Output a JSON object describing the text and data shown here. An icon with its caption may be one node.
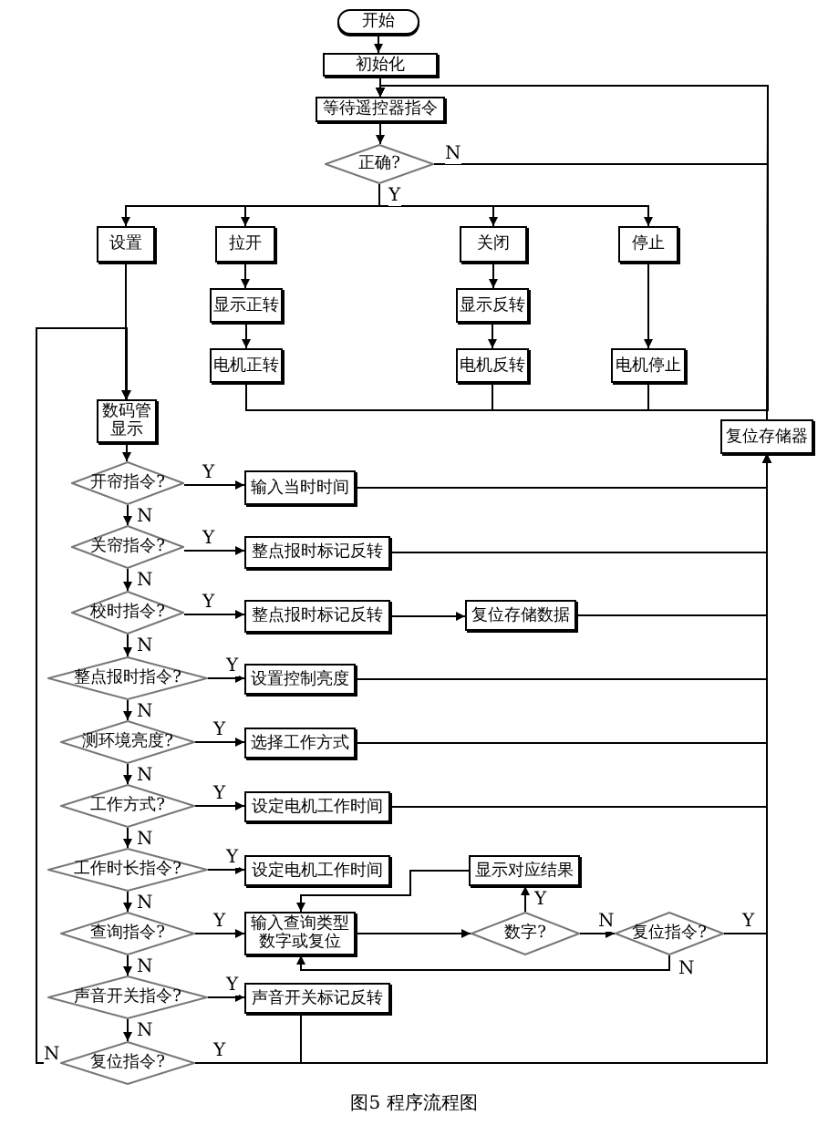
{
  "diagram": {
    "caption": "图5 程序流程图",
    "nodes": [
      {
        "text": [
          "开始"
        ]
      },
      {
        "text": [
          "初始化"
        ]
      },
      {
        "text": [
          "等待遥控器指令"
        ]
      },
      {
        "text": [
          "正确?"
        ]
      },
      {
        "text": [
          "设置"
        ]
      },
      {
        "text": [
          "拉开"
        ]
      },
      {
        "text": [
          "关闭"
        ]
      },
      {
        "text": [
          "停止"
        ]
      },
      {
        "text": [
          "显示正转"
        ]
      },
      {
        "text": [
          "显示反转"
        ]
      },
      {
        "text": [
          "电机正转"
        ]
      },
      {
        "text": [
          "电机反转"
        ]
      },
      {
        "text": [
          "电机停止"
        ]
      },
      {
        "text": [
          "复位存储器"
        ]
      },
      {
        "text": [
          "数码管显示"
        ]
      },
      {
        "text": [
          "开帘指令?"
        ]
      },
      {
        "text": [
          "输入当时时间"
        ]
      },
      {
        "text": [
          "关帘指令?"
        ]
      },
      {
        "text": [
          "整点报时标记反转"
        ]
      },
      {
        "text": [
          "校时指令?"
        ]
      },
      {
        "text": [
          "整点报时标记反转"
        ]
      },
      {
        "text": [
          "复位存储数据"
        ]
      },
      {
        "text": [
          "整点报时指令?"
        ]
      },
      {
        "text": [
          "设置控制亮度"
        ]
      },
      {
        "text": [
          "测环境亮度?"
        ]
      },
      {
        "text": [
          "选择工作方式"
        ]
      },
      {
        "text": [
          "工作方式?"
        ]
      },
      {
        "text": [
          "设定电机工作时间"
        ]
      },
      {
        "text": [
          "工作时长指令?"
        ]
      },
      {
        "text": [
          "设定电机工作时间"
        ]
      },
      {
        "text": [
          "显示对应结果"
        ]
      },
      {
        "text": [
          "查询指令?"
        ]
      },
      {
        "text": [
          "输入查询类型数字或复位"
        ]
      },
      {
        "text": [
          "数字?"
        ]
      },
      {
        "text": [
          "复位指令?"
        ]
      },
      {
        "text": [
          "声音开关指令?"
        ]
      },
      {
        "text": [
          "声音开关标记反转"
        ]
      },
      {
        "text": [
          "复位指令?"
        ]
      }
    ],
    "edges": [
      {
        "from": 0,
        "to": 1,
        "arrow": "to"
      },
      {
        "from": 1,
        "to": 2,
        "arrow": "to"
      },
      {
        "from": 2,
        "to": 3,
        "arrow": "to"
      },
      {
        "from": 3,
        "to": 2,
        "arrow": "to",
        "label": "N"
      },
      {
        "from": 3,
        "to": 4,
        "arrow": "to",
        "label": "Y"
      },
      {
        "from": 3,
        "to": 5,
        "arrow": "to"
      },
      {
        "from": 3,
        "to": 6,
        "arrow": "to"
      },
      {
        "from": 3,
        "to": 7,
        "arrow": "to"
      },
      {
        "from": 5,
        "to": 8,
        "arrow": "to"
      },
      {
        "from": 8,
        "to": 10,
        "arrow": "to"
      },
      {
        "from": 6,
        "to": 9,
        "arrow": "to"
      },
      {
        "from": 9,
        "to": 11,
        "arrow": "to"
      },
      {
        "from": 7,
        "to": 12,
        "arrow": "to"
      },
      {
        "from": 10,
        "to": 2,
        "arrow": "to"
      },
      {
        "from": 11,
        "to": 2,
        "arrow": "to"
      },
      {
        "from": 12,
        "to": 2,
        "arrow": "to"
      },
      {
        "from": 13,
        "to": 2,
        "arrow": "to"
      },
      {
        "from": 4,
        "to": 14,
        "arrow": "to"
      },
      {
        "from": 14,
        "to": 15,
        "arrow": "to"
      },
      {
        "from": 15,
        "to": 16,
        "arrow": "to",
        "label": "Y"
      },
      {
        "from": 15,
        "to": 17,
        "arrow": "to",
        "label": "N"
      },
      {
        "from": 16,
        "to": 13,
        "arrow": "to"
      },
      {
        "from": 17,
        "to": 18,
        "arrow": "to",
        "label": "Y"
      },
      {
        "from": 17,
        "to": 19,
        "arrow": "to",
        "label": "N"
      },
      {
        "from": 18,
        "to": 13,
        "arrow": "to"
      },
      {
        "from": 19,
        "to": 20,
        "arrow": "to",
        "label": "Y"
      },
      {
        "from": 19,
        "to": 22,
        "arrow": "to",
        "label": "N"
      },
      {
        "from": 20,
        "to": 21,
        "arrow": "to"
      },
      {
        "from": 21,
        "to": 13,
        "arrow": "to"
      },
      {
        "from": 22,
        "to": 23,
        "arrow": "to",
        "label": "Y"
      },
      {
        "from": 22,
        "to": 24,
        "arrow": "to",
        "label": "N"
      },
      {
        "from": 23,
        "to": 13,
        "arrow": "to"
      },
      {
        "from": 24,
        "to": 25,
        "arrow": "to",
        "label": "Y"
      },
      {
        "from": 24,
        "to": 26,
        "arrow": "to",
        "label": "N"
      },
      {
        "from": 25,
        "to": 13,
        "arrow": "to"
      },
      {
        "from": 26,
        "to": 27,
        "arrow": "to",
        "label": "Y"
      },
      {
        "from": 26,
        "to": 28,
        "arrow": "to",
        "label": "N"
      },
      {
        "from": 27,
        "to": 13,
        "arrow": "to"
      },
      {
        "from": 28,
        "to": 29,
        "arrow": "to",
        "label": "Y"
      },
      {
        "from": 28,
        "to": 31,
        "arrow": "to",
        "label": "N"
      },
      {
        "from": 31,
        "to": 32,
        "arrow": "to",
        "label": "Y"
      },
      {
        "from": 31,
        "to": 35,
        "arrow": "to",
        "label": "N"
      },
      {
        "from": 32,
        "to": 33,
        "arrow": "to"
      },
      {
        "from": 33,
        "to": 30,
        "arrow": "to",
        "label": "Y"
      },
      {
        "from": 33,
        "to": 34,
        "arrow": "to",
        "label": "N"
      },
      {
        "from": 30,
        "to": 32,
        "arrow": "to"
      },
      {
        "from": 34,
        "to": 13,
        "arrow": "to",
        "label": "Y"
      },
      {
        "from": 34,
        "to": 32,
        "arrow": "to",
        "label": "N"
      },
      {
        "from": 35,
        "to": 36,
        "arrow": "to",
        "label": "Y"
      },
      {
        "from": 35,
        "to": 37,
        "arrow": "to",
        "label": "N"
      },
      {
        "from": 36,
        "to": 13,
        "arrow": "to"
      },
      {
        "from": 37,
        "to": 13,
        "arrow": "to",
        "label": "Y"
      },
      {
        "from": 37,
        "to": 14,
        "arrow": "to",
        "label": "N"
      }
    ]
  }
}
